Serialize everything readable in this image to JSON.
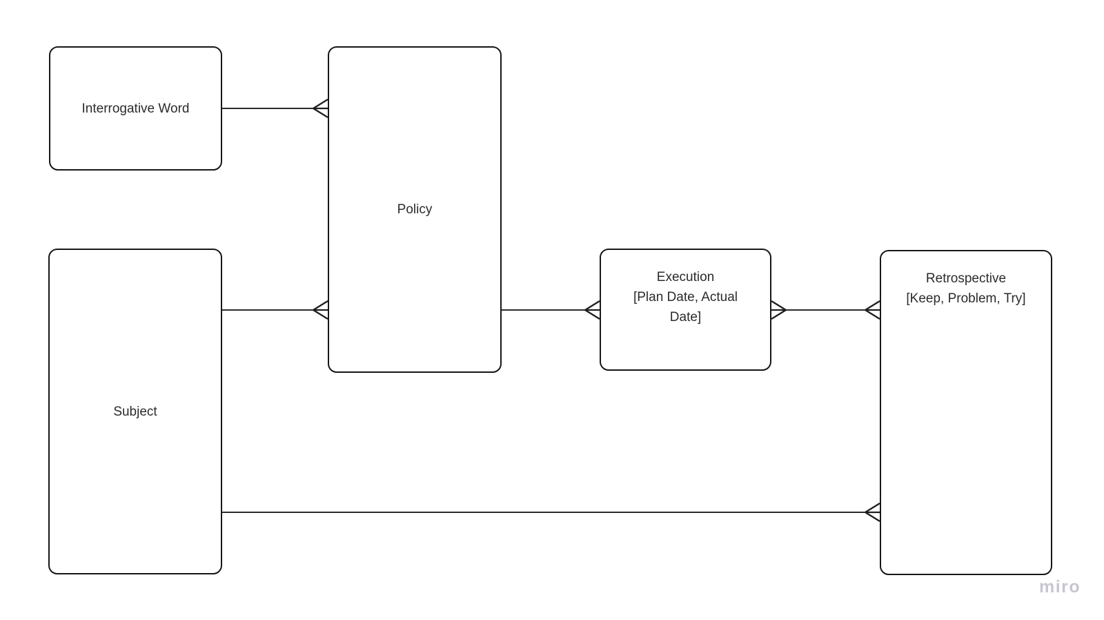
{
  "board": {
    "background": "#ffffff",
    "watermark": "miro"
  },
  "diagram": {
    "type": "entity-relationship",
    "nodes": [
      {
        "id": "interrogative-word",
        "lines": [
          "Interrogative Word"
        ]
      },
      {
        "id": "policy",
        "lines": [
          "Policy"
        ]
      },
      {
        "id": "subject",
        "lines": [
          "Subject"
        ]
      },
      {
        "id": "execution",
        "lines": [
          "Execution",
          "[Plan Date, Actual",
          "Date]"
        ]
      },
      {
        "id": "retrospective",
        "lines": [
          "Retrospective",
          "[Keep, Problem, Try]"
        ]
      }
    ],
    "connectors": [
      {
        "id": "interrogative-word-to-policy",
        "from": "Interrogative Word",
        "to": "Policy",
        "cardinality": "one-to-many",
        "many_end": "Policy"
      },
      {
        "id": "subject-to-policy",
        "from": "Subject",
        "to": "Policy",
        "cardinality": "one-to-many",
        "many_end": "Policy"
      },
      {
        "id": "policy-to-execution",
        "from": "Policy",
        "to": "Execution",
        "cardinality": "one-to-many",
        "many_end": "Execution"
      },
      {
        "id": "execution-to-retrospective",
        "from": "Execution",
        "to": "Retrospective",
        "cardinality": "many-to-many",
        "many_end": "both"
      },
      {
        "id": "subject-to-retrospective",
        "from": "Subject",
        "to": "Retrospective",
        "cardinality": "one-to-many",
        "many_end": "Retrospective"
      }
    ],
    "colors": {
      "node_fill": "#ffffff",
      "node_border": "#161616",
      "connector": "#2b2b2b",
      "text": "#2b2b2b",
      "watermark": "#c7c5d2"
    }
  }
}
